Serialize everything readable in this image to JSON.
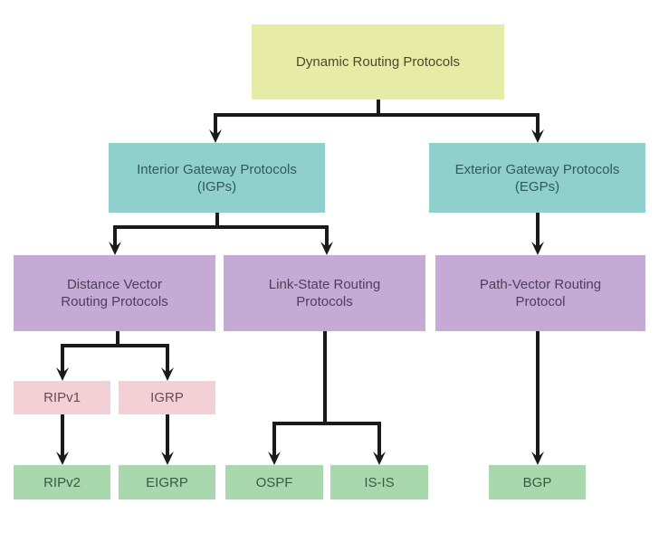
{
  "title": "Dynamic Routing Protocols classification",
  "colors": {
    "root": "#e6eca6",
    "category": "#8fd0ce",
    "type": "#c4aad5",
    "legacy": "#f3cfd6",
    "current": "#a9d8ae",
    "connector": "#1a1a1a",
    "root_text": "#4a4a2a",
    "category_text": "#2f5a5a",
    "type_text": "#4e3e5a",
    "legacy_text": "#6a4a55",
    "current_text": "#3a5a3e"
  },
  "nodes": [
    {
      "id": "dynamic",
      "label": "Dynamic Routing Protocols",
      "level": "root"
    },
    {
      "id": "igp",
      "label": "Interior Gateway Protocols\n(IGPs)",
      "level": "category",
      "parent": "dynamic"
    },
    {
      "id": "egp",
      "label": "Exterior Gateway Protocols\n(EGPs)",
      "level": "category",
      "parent": "dynamic"
    },
    {
      "id": "dv",
      "label": "Distance Vector\nRouting Protocols",
      "level": "type",
      "parent": "igp"
    },
    {
      "id": "ls",
      "label": "Link-State Routing\nProtocols",
      "level": "type",
      "parent": "igp"
    },
    {
      "id": "pv",
      "label": "Path-Vector Routing\nProtocol",
      "level": "type",
      "parent": "egp"
    },
    {
      "id": "ripv1",
      "label": "RIPv1",
      "level": "legacy",
      "parent": "dv"
    },
    {
      "id": "igrp",
      "label": "IGRP",
      "level": "legacy",
      "parent": "dv"
    },
    {
      "id": "ripv2",
      "label": "RIPv2",
      "level": "current",
      "parent": "ripv1"
    },
    {
      "id": "eigrp",
      "label": "EIGRP",
      "level": "current",
      "parent": "igrp"
    },
    {
      "id": "ospf",
      "label": "OSPF",
      "level": "current",
      "parent": "ls"
    },
    {
      "id": "isis",
      "label": "IS-IS",
      "level": "current",
      "parent": "ls"
    },
    {
      "id": "bgp",
      "label": "BGP",
      "level": "current",
      "parent": "pv"
    }
  ]
}
